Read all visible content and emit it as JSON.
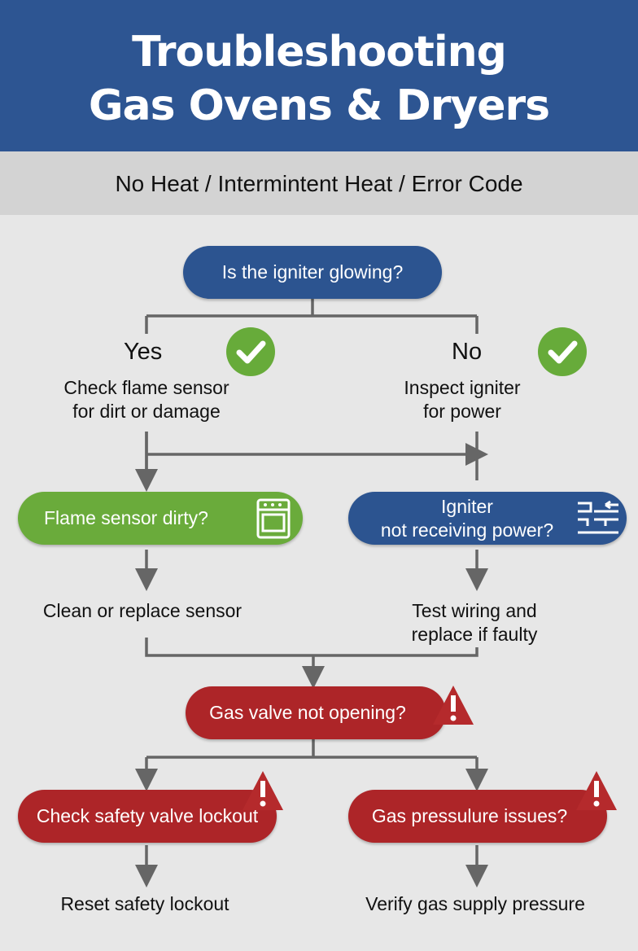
{
  "header": {
    "title_line1": "Troubleshooting",
    "title_line2": "Gas Ovens & Dryers"
  },
  "subtitle": "No Heat / Intermintent Heat / Error Code",
  "start": {
    "question": "Is the igniter glowing?"
  },
  "yes_branch": {
    "label": "Yes",
    "step": [
      "Check flame sensor",
      "for dirt or damage"
    ],
    "question": "Flame sensor dirty?",
    "action": "Clean or replace sensor"
  },
  "no_branch": {
    "label": "No",
    "step": [
      "Inspect igniter",
      "for power"
    ],
    "question": [
      "Igniter",
      "not receiving power?"
    ],
    "action": [
      "Test wiring and",
      "replace if faulty"
    ]
  },
  "gas_valve": {
    "question": "Gas valve not opening?"
  },
  "left_final": {
    "question": "Check safety valve lockout",
    "action": "Reset safety lockout"
  },
  "right_final": {
    "question": "Gas pressulure issues?",
    "action": "Verify gas supply pressure"
  },
  "colors": {
    "blue": "#2c5490",
    "green": "#6aab3b",
    "red": "#ad2528"
  }
}
